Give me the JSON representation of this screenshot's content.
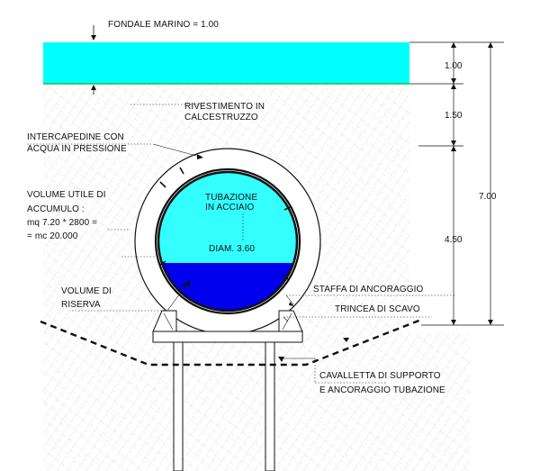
{
  "labels": {
    "fondale": "FONDALE   MARINO  =  1.00",
    "rivestimento_1": "RIVESTIMENTO IN",
    "rivestimento_2": "CALCESTRUZZO",
    "intercapedine_1": "INTERCAPEDINE CON",
    "intercapedine_2": "ACQUA IN PRESSIONE",
    "volume_utile_1": "VOLUME UTILE DI",
    "volume_utile_2": "ACCUMULO   :",
    "volume_utile_3": "mq 7.20 * 2800 =",
    "volume_utile_4": "= mc 20.000",
    "tubazione_1": "TUBAZIONE",
    "tubazione_2": "IN ACCIAIO",
    "diametro": "DIAM. 3.60",
    "volume_riserva_1": "VOLUME DI",
    "volume_riserva_2": "RISERVA",
    "staffa": "STAFFA DI ANCORAGGIO",
    "trincea": "TRINCEA DI SCAVO",
    "cavalletta_1": "CAVALLETTA DI SUPPORTO",
    "cavalletta_2": "E ANCORAGGIO TUBAZIONE"
  },
  "dimensions": {
    "water": "1.00",
    "cover": "1.50",
    "pipe": "4.50",
    "total": "7.00"
  },
  "colors": {
    "sea": "#00FFFF",
    "seabed_line": "#00CC44",
    "water_inner": "#33FFFF",
    "water_reserve": "#0000EE",
    "concrete_ring": "#FFFFFF",
    "hatch": "#D6D6D6",
    "line": "#111111"
  }
}
